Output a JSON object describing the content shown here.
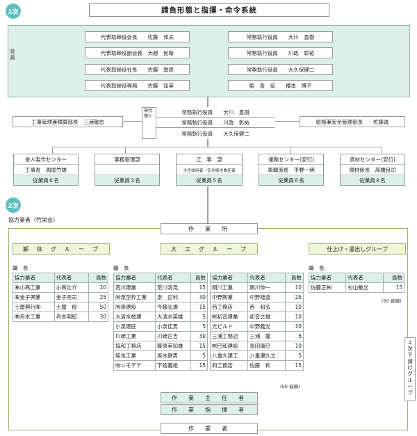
{
  "header": {
    "title": "請負形態と指揮・命令系統",
    "section1": "1次",
    "section2": "2次"
  },
  "board": {
    "side_label": "役員",
    "left": [
      "代表取締役会長　　佐藤　邦夫",
      "代表取締役副会長　大越　民衛",
      "代表取締役社長　　佐藤　敦房",
      "代表取締役専務　　佐藤　知美"
    ],
    "right": [
      "常務執行役員　　大川　直樹",
      "常務執行役員　　川政　彰祐",
      "常務執行役員　　大久保健二",
      "監　査　役　　櫻本　博子"
    ]
  },
  "site_mgmt": {
    "label": "現代理人",
    "rows": [
      "常務執行役員　　大川　直樹",
      "常務執行役員　　川政　彰祐",
      "常務執行役員　　大久保健二"
    ],
    "left_box": "工事管理兼積算部長　三浦敬志",
    "right_box": "総務兼安全管理部長　　佐藤進"
  },
  "depts": [
    {
      "name": "舎人製作センター",
      "head": "工事長　周尾竹雄",
      "staff": "従業員６名"
    },
    {
      "name": "事務管理部",
      "head": "",
      "staff": "従業員３名"
    },
    {
      "name": "工　事　部",
      "head": "主任技術者・安全衛生責任者",
      "staff": "従業員５名"
    },
    {
      "name": "運輸センター(安行)",
      "head": "車輌係長　平野一明",
      "staff": "従業員６名"
    },
    {
      "name": "資材センター(安行)",
      "head": "資材係長　高橋良司",
      "staff": "従業員８名"
    }
  ],
  "kyoryoku": {
    "heading": "協力業者（竹栄会）",
    "worksite": "作　業　所",
    "groups": [
      "解　体　グ　ル　ー　プ",
      "大　工　グ　ル　ー　プ",
      "仕上げ・墨出しグループ"
    ],
    "sect_label": "職　長",
    "cols": [
      "協力業者",
      "代表者",
      "員数"
    ],
    "kaitai": [
      [
        "㈱小髙工業",
        "小髙壮介",
        "20"
      ],
      [
        "㈱金子興業",
        "金子亮司",
        "25"
      ],
      [
        "土屋興行㈱",
        "土屋　修",
        "50"
      ],
      [
        "㈱舟本工業",
        "舟本明紀",
        "30"
      ]
    ],
    "daiku_left": [
      [
        "荒川建業",
        "荒川清見",
        "15"
      ],
      [
        "㈲泉型枠工業",
        "泉　正利",
        "30"
      ],
      [
        "㈲泉建設",
        "今藤弘規",
        "15"
      ],
      [
        "大清水枝建",
        "大清水英雄",
        "5"
      ],
      [
        "小泉建匠",
        "小泉佳男",
        "5"
      ],
      [
        "川崎工業",
        "川崎正吉",
        "30"
      ],
      [
        "協和工務店",
        "藤原美知雄",
        "15"
      ],
      [
        "坂本工業",
        "坂本鉄男",
        "5"
      ],
      [
        "㈲シモデテ",
        "下館義雄",
        "15"
      ]
    ],
    "daiku_right": [
      [
        "関川工業",
        "関川伸一",
        "10"
      ],
      [
        "中野興業",
        "中野雄造",
        "25"
      ],
      [
        "西工務店",
        "西　和弘",
        "10"
      ],
      [
        "㈲初音建業",
        "初音之雄",
        "10"
      ],
      [
        "光ビルド",
        "中野義光",
        "10"
      ],
      [
        "三浦工務店",
        "三浦　龍",
        "5"
      ],
      [
        "㈲巳和建設",
        "島田儀巳",
        "10"
      ],
      [
        "八重久建工",
        "八重瀬久之",
        "5"
      ],
      [
        "和工務店",
        "佐藤　和",
        "15"
      ]
    ],
    "shiage": [
      [
        "佐藤正㈱",
        "村山敏光",
        "15"
      ]
    ],
    "note_daiku": "(50 音順)",
    "note_shiage": "(50 音順)",
    "side_label": "２次下請けグループ",
    "shunin": "作　業　主　任　者",
    "shikisha": "作　業　指　揮　者",
    "worker": "作　業　者"
  },
  "colors": {
    "accent": "#5fbfbf",
    "panel": "#dcefe8",
    "group": "#eef6d9"
  }
}
